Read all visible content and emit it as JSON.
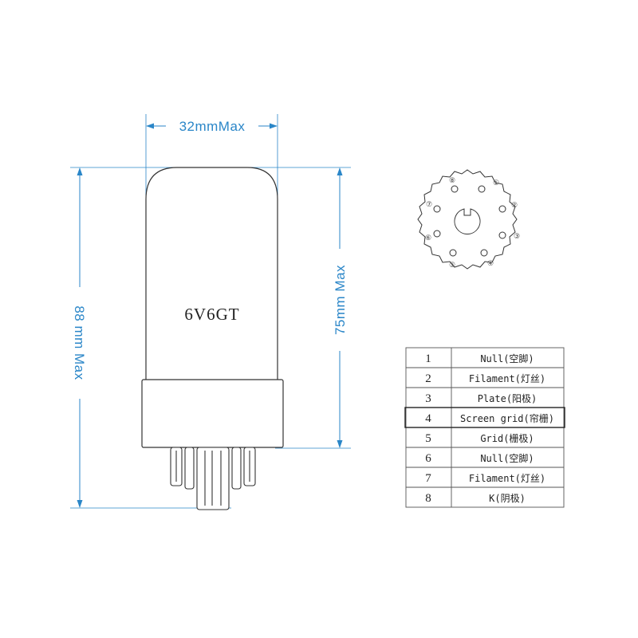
{
  "dimensions": {
    "width": "32mmMax",
    "height_total": "88 mm Max",
    "height_bulb": "75mm Max"
  },
  "tube": {
    "model": "6V6GT"
  },
  "socket": {
    "pins": [
      "①",
      "②",
      "③",
      "④",
      "⑤",
      "⑥",
      "⑦",
      "⑧"
    ]
  },
  "pinout_table": {
    "rows": [
      {
        "pin": "1",
        "name": "Null(空脚)"
      },
      {
        "pin": "2",
        "name": "Filament(灯丝)"
      },
      {
        "pin": "3",
        "name": "Plate(阳极)"
      },
      {
        "pin": "4",
        "name": "Screen grid(帘栅)"
      },
      {
        "pin": "5",
        "name": "Grid(栅极)"
      },
      {
        "pin": "6",
        "name": "Null(空脚)"
      },
      {
        "pin": "7",
        "name": "Filament(灯丝)"
      },
      {
        "pin": "8",
        "name": "K(阴极)"
      }
    ]
  },
  "colors": {
    "dimension_lines": "#2a86c8",
    "outline": "#333333"
  }
}
